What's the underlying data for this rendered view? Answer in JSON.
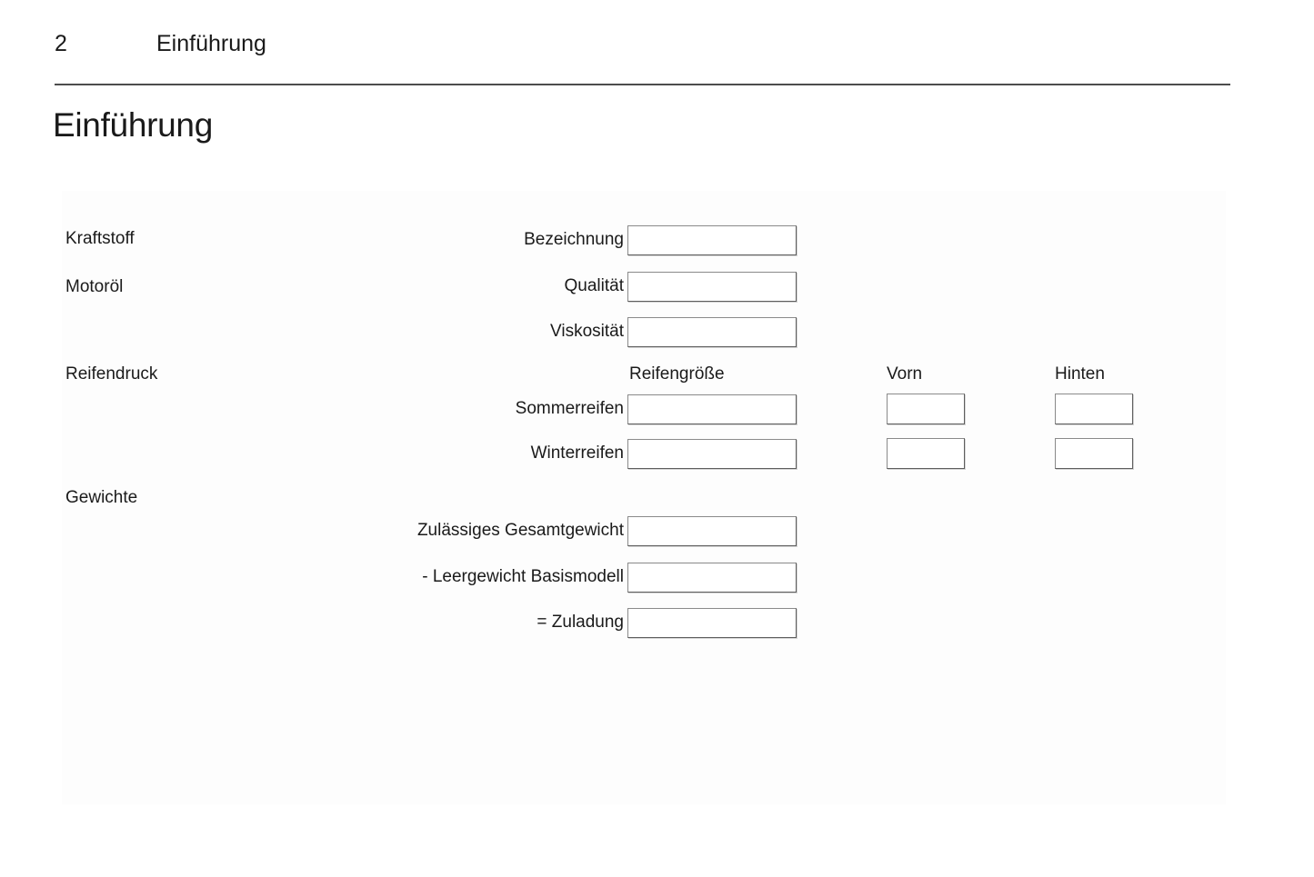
{
  "header": {
    "page_number": "2",
    "chapter": "Einführung"
  },
  "title": "Einführung",
  "sections": [
    {
      "name": "fuel",
      "label": "Kraftstoff",
      "rows": [
        {
          "name": "bezeichnung",
          "label": "Bezeichnung",
          "value": ""
        }
      ]
    },
    {
      "name": "engine-oil",
      "label": "Motoröl",
      "rows": [
        {
          "name": "qualitaet",
          "label": "Qualität",
          "value": ""
        },
        {
          "name": "viskositaet",
          "label": "Viskosität",
          "value": ""
        }
      ]
    },
    {
      "name": "tire-pressure",
      "label": "Reifendruck",
      "column_headers": {
        "size": "Reifengröße",
        "front": "Vorn",
        "rear": "Hinten"
      },
      "rows": [
        {
          "name": "sommerreifen",
          "label": "Sommerreifen",
          "size": "",
          "front": "",
          "rear": ""
        },
        {
          "name": "winterreifen",
          "label": "Winterreifen",
          "size": "",
          "front": "",
          "rear": ""
        }
      ]
    },
    {
      "name": "weights",
      "label": "Gewichte",
      "rows": [
        {
          "name": "zulaessiges-gesamtgewicht",
          "label": "Zulässiges Gesamtgewicht",
          "value": ""
        },
        {
          "name": "leergewicht-basismodell",
          "label": "- Leergewicht Basismodell",
          "value": ""
        },
        {
          "name": "zuladung",
          "label": "= Zuladung",
          "value": ""
        }
      ]
    }
  ],
  "colors": {
    "text": "#1a1a1a",
    "rule": "#4d4d4d",
    "box_border": "#8a8a8a",
    "panel_background": "#fdfdfd",
    "page_background": "#ffffff"
  }
}
